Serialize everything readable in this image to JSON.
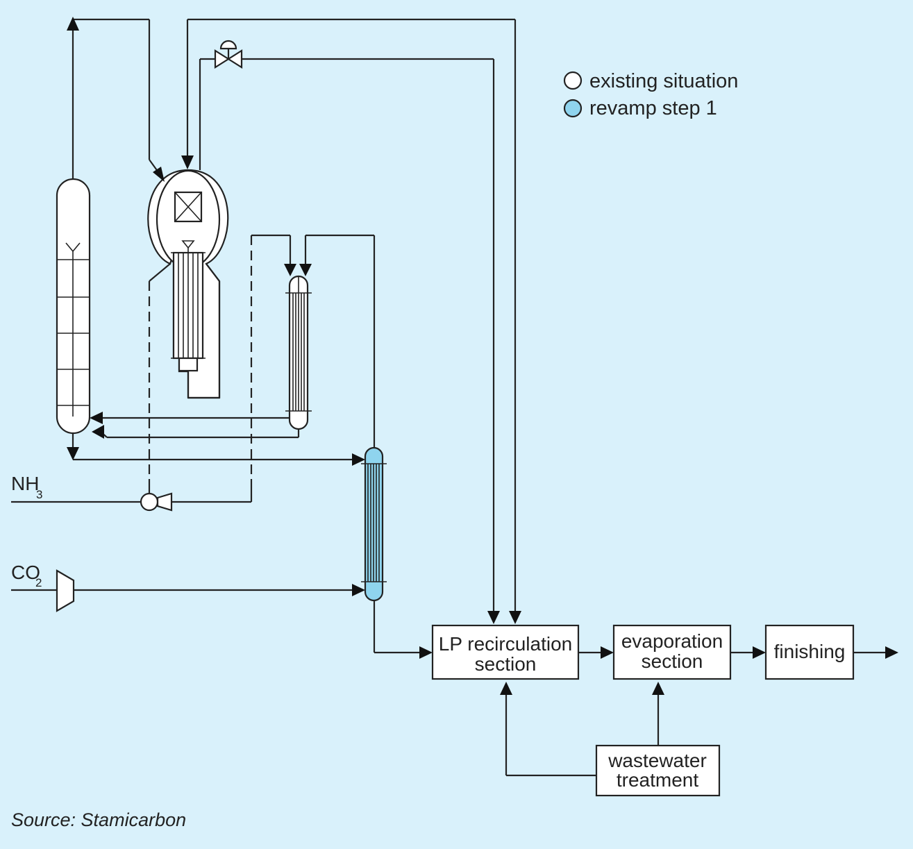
{
  "legend": {
    "existing_label": "existing situation",
    "revamp_label": "revamp step 1",
    "existing_color": "#ffffff",
    "revamp_color": "#8fd4ee"
  },
  "feeds": {
    "nh3_main": "NH",
    "nh3_sub": "3",
    "co2_main": "CO",
    "co2_sub": "2"
  },
  "boxes": {
    "lp_line1": "LP recirculation",
    "lp_line2": "section",
    "evap_line1": "evaporation",
    "evap_line2": "section",
    "finishing": "finishing",
    "ww_line1": "wastewater",
    "ww_line2": "treatment"
  },
  "source": "Source: Stamicarbon",
  "colors": {
    "background": "#d9f1fb",
    "line": "#222222",
    "stripper_fill": "#8fd4ee"
  }
}
